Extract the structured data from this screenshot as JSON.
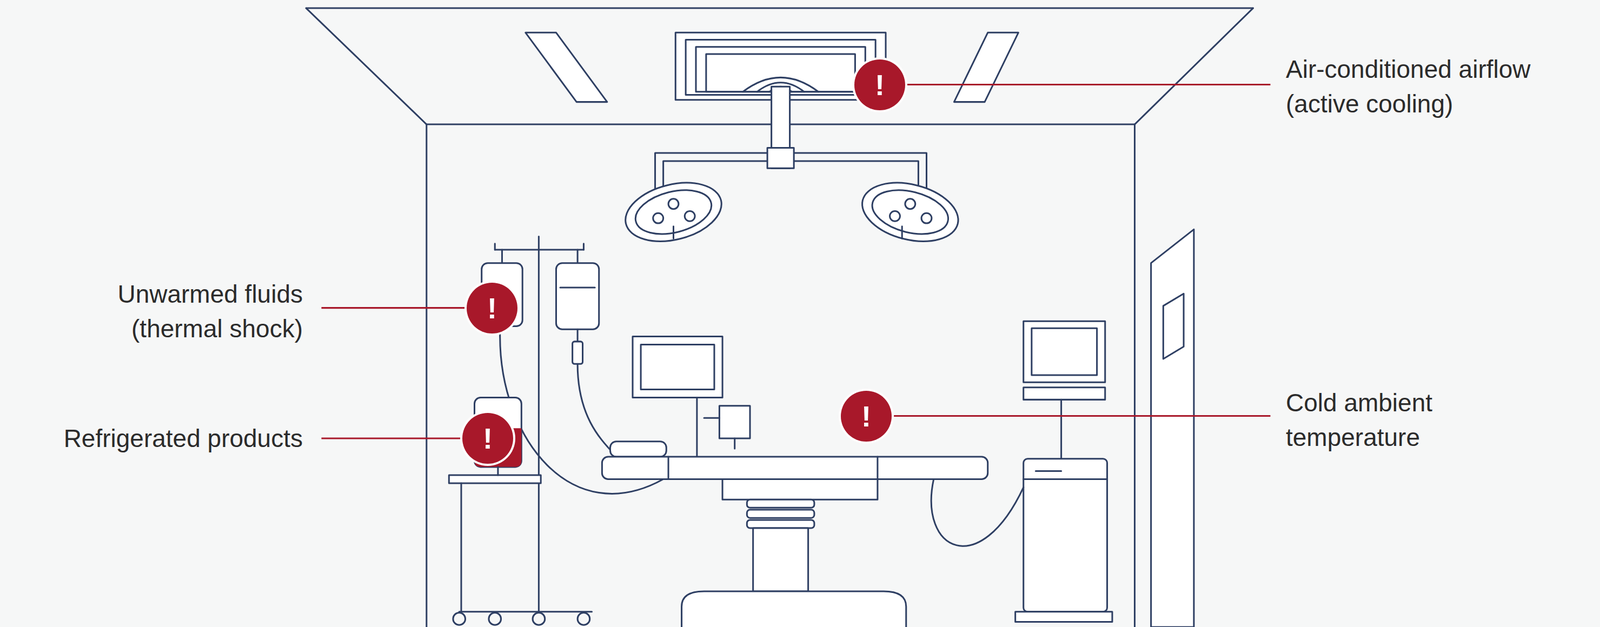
{
  "diagram": {
    "nodes": [
      {
        "text": [
          "!"
        ]
      },
      {
        "text": [
          "!"
        ]
      },
      {
        "text": [
          "!"
        ]
      },
      {
        "text": [
          "!"
        ]
      }
    ],
    "labels": [
      "Air-conditioned airflow (active cooling)",
      "Unwarmed fluids (thermal shock)",
      "Cold ambient temperature",
      "Refrigerated products"
    ]
  }
}
